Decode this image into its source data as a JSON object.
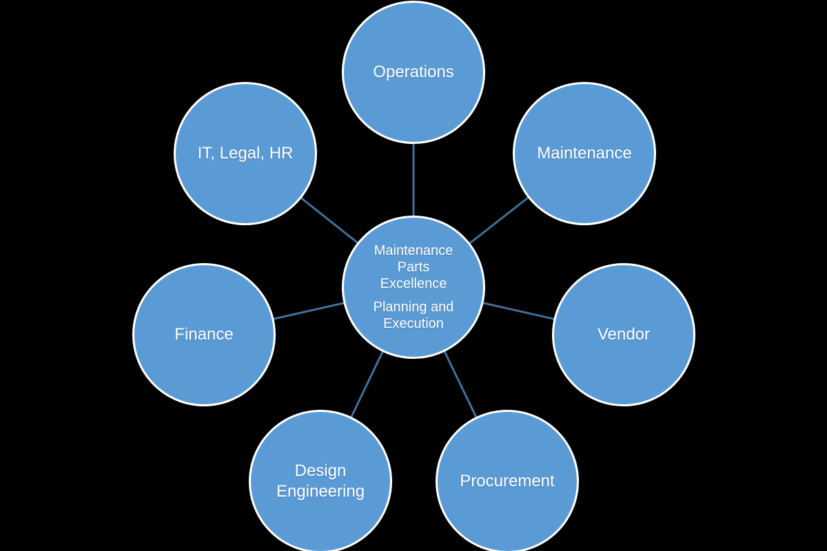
{
  "diagram": {
    "type": "radial-hub-spoke",
    "background_color": "#000000",
    "node_fill_color": "#5B9BD5",
    "node_border_color": "#FFFFFF",
    "connector_color": "#41719C",
    "text_color": "#FFFFFF",
    "hub": {
      "label_line1": "Maintenance\nParts\nExcellence",
      "label_line2": "Planning and\nExecution"
    },
    "satellites": [
      {
        "id": "operations",
        "label": "Operations"
      },
      {
        "id": "maintenance",
        "label": "Maintenance"
      },
      {
        "id": "vendor",
        "label": "Vendor"
      },
      {
        "id": "procurement",
        "label": "Procurement"
      },
      {
        "id": "design-engineering",
        "label": "Design\nEngineering"
      },
      {
        "id": "finance",
        "label": "Finance"
      },
      {
        "id": "it-legal-hr",
        "label": "IT, Legal, HR"
      }
    ]
  }
}
